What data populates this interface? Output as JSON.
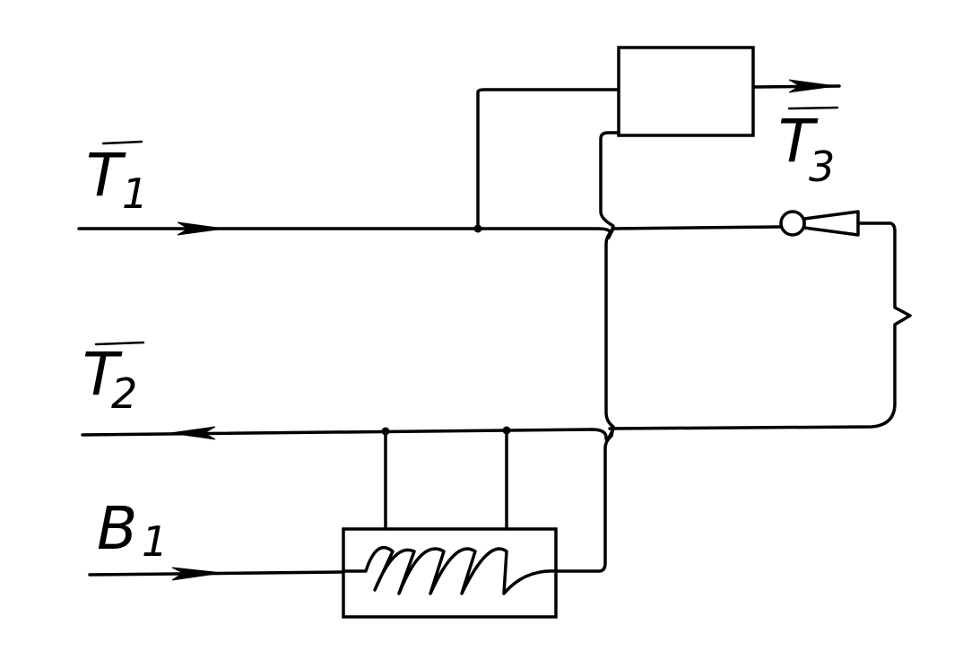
{
  "labels": {
    "t1": {
      "main": "T",
      "sub": "1"
    },
    "t2": {
      "main": "T",
      "sub": "2"
    },
    "t3": {
      "main": "T",
      "sub": "3"
    },
    "b1": {
      "main": "B",
      "sub": "1"
    }
  },
  "colors": {
    "ink": "#000000",
    "paper": "#ffffff"
  }
}
